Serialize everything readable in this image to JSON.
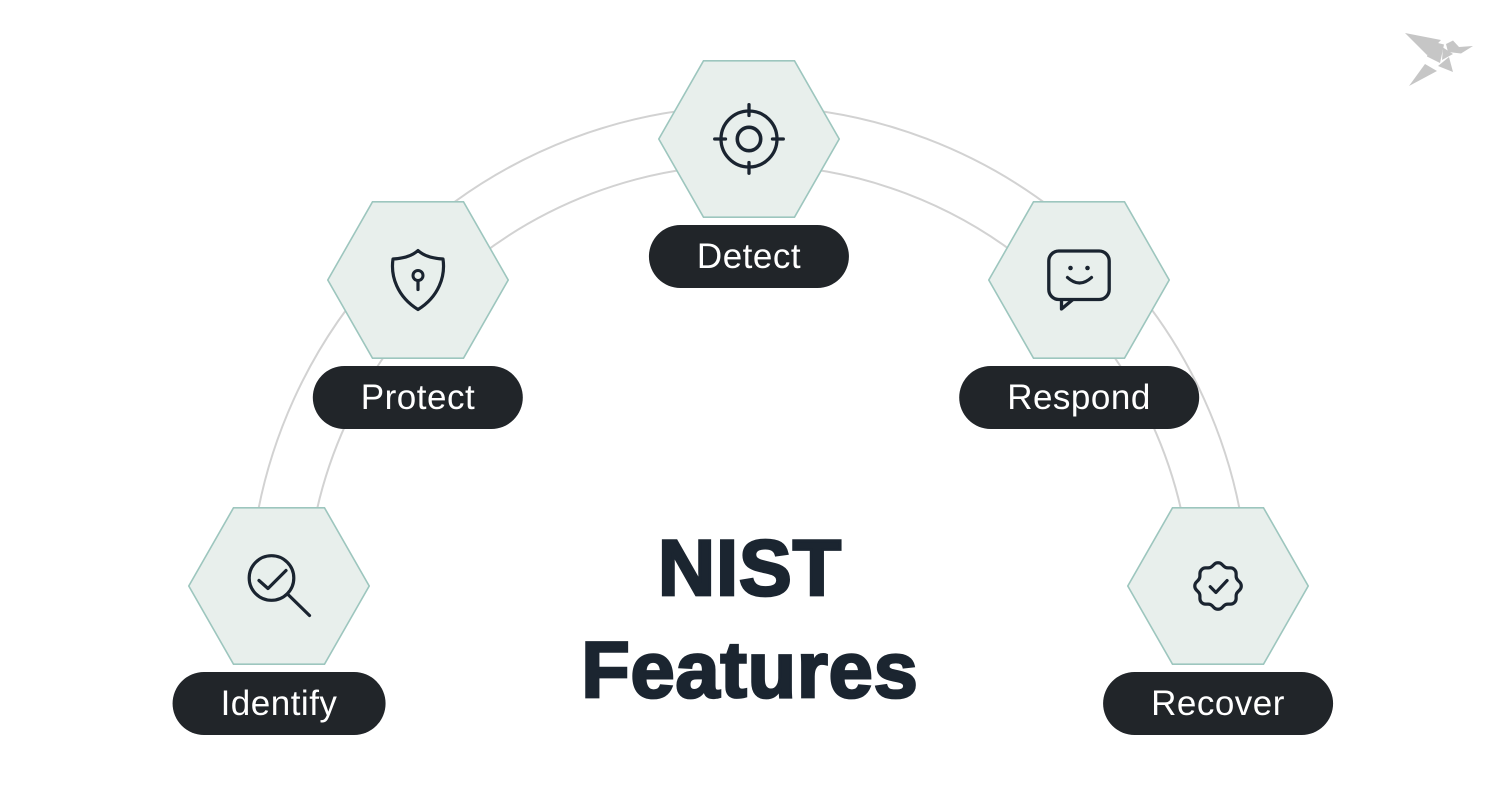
{
  "title": {
    "line1": "NIST",
    "line2": "Features"
  },
  "nodes": [
    {
      "id": "identify",
      "label": "Identify",
      "icon": "magnifier-check-icon"
    },
    {
      "id": "protect",
      "label": "Protect",
      "icon": "shield-keyhole-icon"
    },
    {
      "id": "detect",
      "label": "Detect",
      "icon": "crosshair-target-icon"
    },
    {
      "id": "respond",
      "label": "Respond",
      "icon": "chat-smile-icon"
    },
    {
      "id": "recover",
      "label": "Recover",
      "icon": "badge-check-icon"
    }
  ],
  "logo": {
    "name": "origami-bird-logo"
  },
  "colors": {
    "hex_fill": "#e8efec",
    "hex_border": "#9dc6be",
    "icon_stroke": "#1a2430",
    "pill_bg": "#212529",
    "pill_text": "#ffffff",
    "arc_color": "#d2d2d2",
    "title_color": "#1b2530",
    "logo_color": "#c6c6c6"
  }
}
